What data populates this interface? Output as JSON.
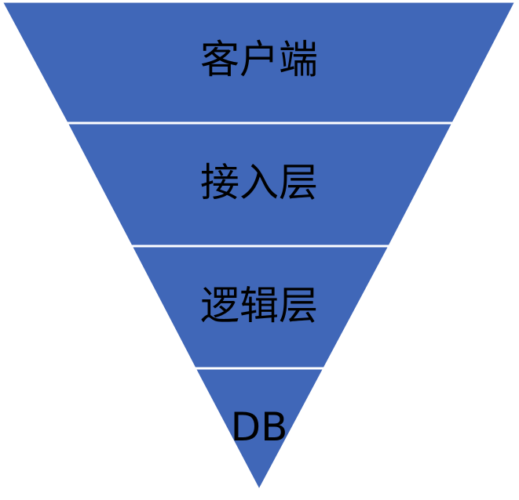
{
  "diagram": {
    "fill_color": "#4067B8",
    "divider_color": "#ffffff",
    "text_color": "#000000",
    "layers": [
      {
        "label": "客户端"
      },
      {
        "label": "接入层"
      },
      {
        "label": "逻辑层"
      },
      {
        "label": "DB"
      }
    ]
  }
}
